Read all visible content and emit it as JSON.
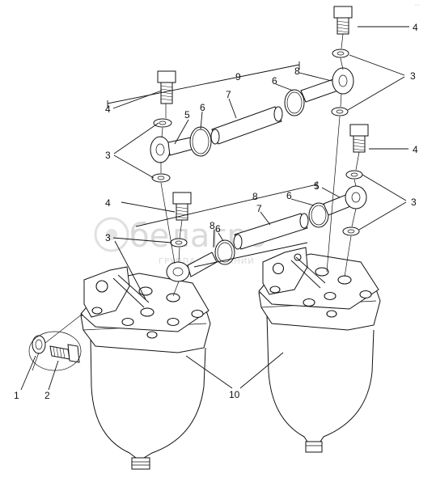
{
  "callouts": [
    "1",
    "2",
    "3",
    "4",
    "5",
    "6",
    "7",
    "8",
    "9",
    "10"
  ],
  "watermark": {
    "brand": "белагро",
    "tagline": "ГРУППА КОМПАНИЙ"
  },
  "corner_mark": "···"
}
